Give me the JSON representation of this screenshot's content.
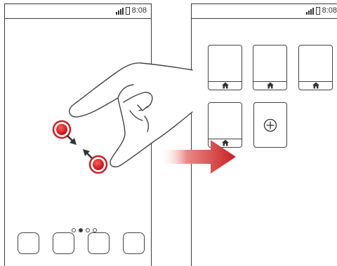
{
  "left_screen": {
    "status_bar": {
      "time": "8:08",
      "icons": [
        "signal-icon",
        "battery-icon"
      ]
    },
    "page_indicator": {
      "count": 4,
      "active_index": 1
    },
    "dock": {
      "slot_count": 4
    }
  },
  "right_screen": {
    "status_bar": {
      "time": "8:08",
      "icons": [
        "signal-icon",
        "battery-icon"
      ]
    },
    "screen_thumbnails": [
      {
        "icon": "home-icon"
      },
      {
        "icon": "home-icon"
      },
      {
        "icon": "home-icon"
      },
      {
        "icon": "home-icon"
      }
    ],
    "add_screen": {
      "icon": "plus-circle-icon"
    }
  },
  "gesture": {
    "type": "pinch-in",
    "icons": [
      "hand-icon",
      "touch-point-icon",
      "arrow-right-icon"
    ]
  },
  "colors": {
    "accent_red": "#d7282f",
    "outline": "#3a3a3a"
  }
}
